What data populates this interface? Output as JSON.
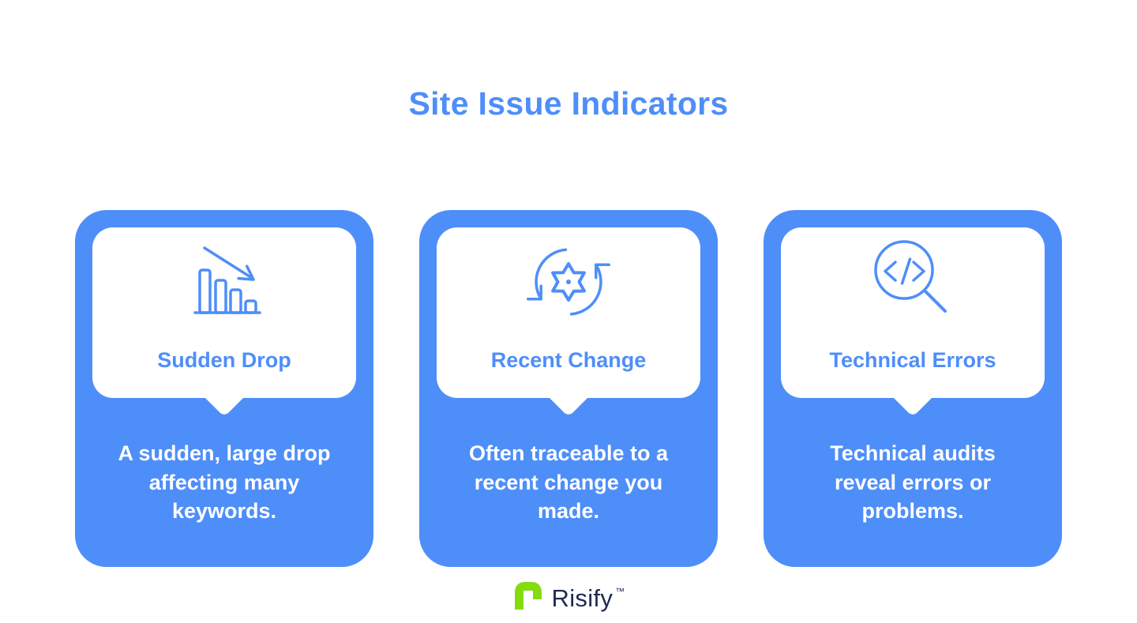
{
  "title": "Site Issue Indicators",
  "colors": {
    "accent_blue": "#4E8EF9",
    "card_background": "#4E8EF9",
    "bubble_background": "#FFFFFF",
    "description_text": "#FFFFFF",
    "logo_green": "#84DB0F",
    "logo_navy": "#1E2B4F"
  },
  "cards": [
    {
      "icon": "declining-bar-chart-icon",
      "heading": "Sudden Drop",
      "description": "A sudden, large drop affecting many keywords."
    },
    {
      "icon": "refresh-gear-icon",
      "heading": "Recent Change",
      "description": "Often traceable to a recent change you made."
    },
    {
      "icon": "code-magnifier-icon",
      "heading": "Technical Errors",
      "description": "Technical audits reveal errors or problems."
    }
  ],
  "footer": {
    "logo_icon": "risify-logo-icon",
    "brand_name": "Risify",
    "trademark": "™"
  }
}
